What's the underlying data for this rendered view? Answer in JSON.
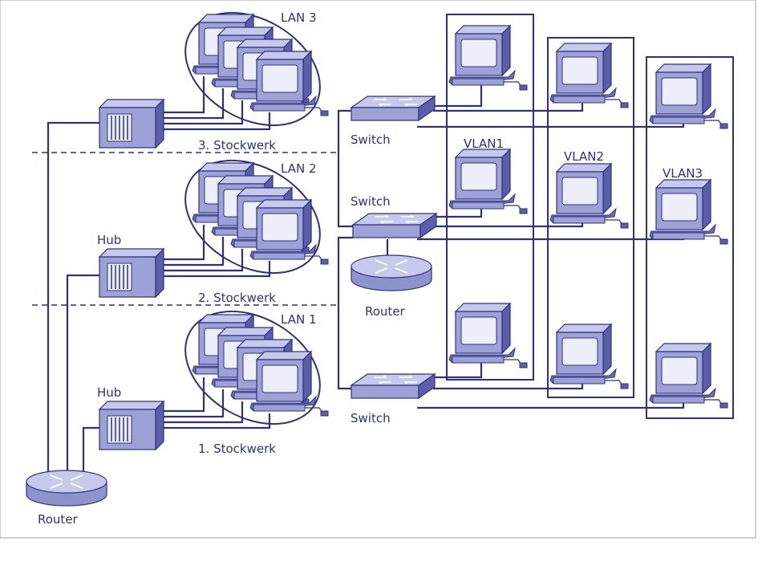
{
  "colors": {
    "line": "#2d3182",
    "device_light": "#c7c9ea",
    "device_mid": "#9ea1d6",
    "device_dark": "#5b5fa8",
    "screen": "#eceefa",
    "background": "#ffffff",
    "frame_shadow": "#bfbfbf"
  },
  "floors": [
    {
      "label": "3. Stockwerk",
      "lan": "LAN 3"
    },
    {
      "label": "2. Stockwerk",
      "lan": "LAN 2"
    },
    {
      "label": "1. Stockwerk",
      "lan": "LAN 1"
    }
  ],
  "hubs": {
    "floor2": "Hub",
    "floor1": "Hub"
  },
  "routers": {
    "main": "Router",
    "center": "Router"
  },
  "switches": {
    "top": "Switch",
    "middle": "Switch",
    "bottom": "Switch"
  },
  "vlans": [
    "VLAN1",
    "VLAN2",
    "VLAN3"
  ],
  "icons": {
    "computer": "computer-icon",
    "hub": "hub-icon",
    "switch": "switch-icon",
    "router": "router-icon"
  }
}
